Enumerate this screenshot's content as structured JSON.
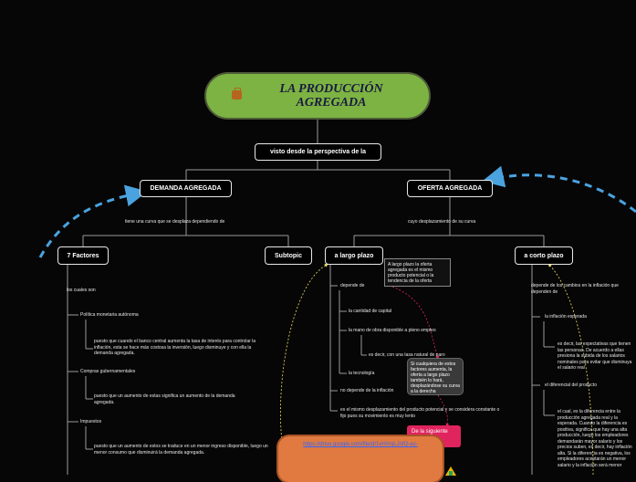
{
  "central": {
    "title": "LA PRODUCCIÓN AGREGADA",
    "icon": "briefcase-icon"
  },
  "nodes": {
    "visto": "visto desde la perspectiva de la",
    "demanda": "DEMANDA AGREGADA",
    "oferta": "OFERTA AGREGADA",
    "factores": "7 Factores",
    "subtopic": "Subtopic",
    "largo": "a largo plazo",
    "corto": "a corto plazo"
  },
  "labels": {
    "tiene_curva": "tiene una curva que se desplaza dependiendo de",
    "cuyo_desplazamiento": "cuyo desplazamiento de su curva",
    "los_cuales": "los cuales son",
    "politica": "Política monetaria autónoma",
    "politica_desc": "puesto que cuando el banco central aumenta la tasa de interés para controlar la inflación, esta se hace más costosa la inversión, luego disminuye y con ella la demanda agregada.",
    "compras": "Compras gubernamentales",
    "compras_desc": "puesto que un aumento de estas significa un aumento de la demanda agregada.",
    "impuestos": "Impuestos",
    "impuestos_desc": "puesto que un aumento de estos se traduce en un menor ingreso disponible, luego un menor consumo que disminuirá la demanda agregada.",
    "depende_de": "depende de",
    "capital": "la cantidad de capital",
    "mano_obra": "la mano de obra disponible a pleno empleo",
    "es_decir": "es decir, con una tasa natural de paro",
    "tecnologia": "la tecnología",
    "no_depende": "no depende de la inflación",
    "desplazamiento": "es el mismo desplazamiento del producto potencial y se considera constante o fijo pues su movimiento es muy lento",
    "depende_cambios": "depende de los cambios en la inflación que dependen de",
    "inflacion_esperada": "la inflación esperada",
    "inflacion_desc": "es decir, las expectativas que tienen las personas. De acuerdo a ellas presiona la subida de los salarios nominales para evitar que disminuya el salario real",
    "diferencial": "el diferencial del producto",
    "diferencial_desc": "el cual, es la diferencia entre la producción agregada real y la esperada. Cuando la diferencia es positiva, significa que hay una alta producción, luego los empleadores demandarán mayor salario y los precios suben, es decir, hay inflación alta. Si la diferencia es negativa, los empleadores aceptarán un menor salario y la inflación será menor"
  },
  "notes": {
    "largo_plazo": "A largo plazo la oferta agregada es el mismo producto potencial o la tendencia de la oferta",
    "factores_cambio": "Si cualquiera de estos factores aumenta, la oferta a largo plazo también lo hará, desplazándose su curva a la derecha",
    "siguiente": "De la siguiente manera"
  },
  "link": {
    "url": "https://drive.google.com/file/d/1vHXnjLJnfQ-ey-"
  },
  "colors": {
    "central": "#7cb342",
    "dashed_arrow": "#4aa3df",
    "pink": "#e0245e",
    "link_box": "#e07a40"
  }
}
